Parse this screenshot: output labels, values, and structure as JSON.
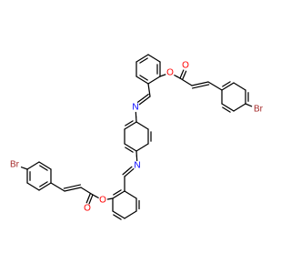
{
  "colors": {
    "carbon_bond": "#000000",
    "oxygen": "#ff0000",
    "nitrogen": "#0000ff",
    "bromine": "#a52a2a",
    "background": "#ffffff"
  },
  "atom_labels": {
    "o_ester_top": "O",
    "o_carbonyl_top": "O",
    "br_top": "Br",
    "n_top": "N",
    "n_bottom": "N",
    "br_bottom": "Br",
    "o_ester_bottom": "O",
    "o_carbonyl_bottom": "O"
  }
}
